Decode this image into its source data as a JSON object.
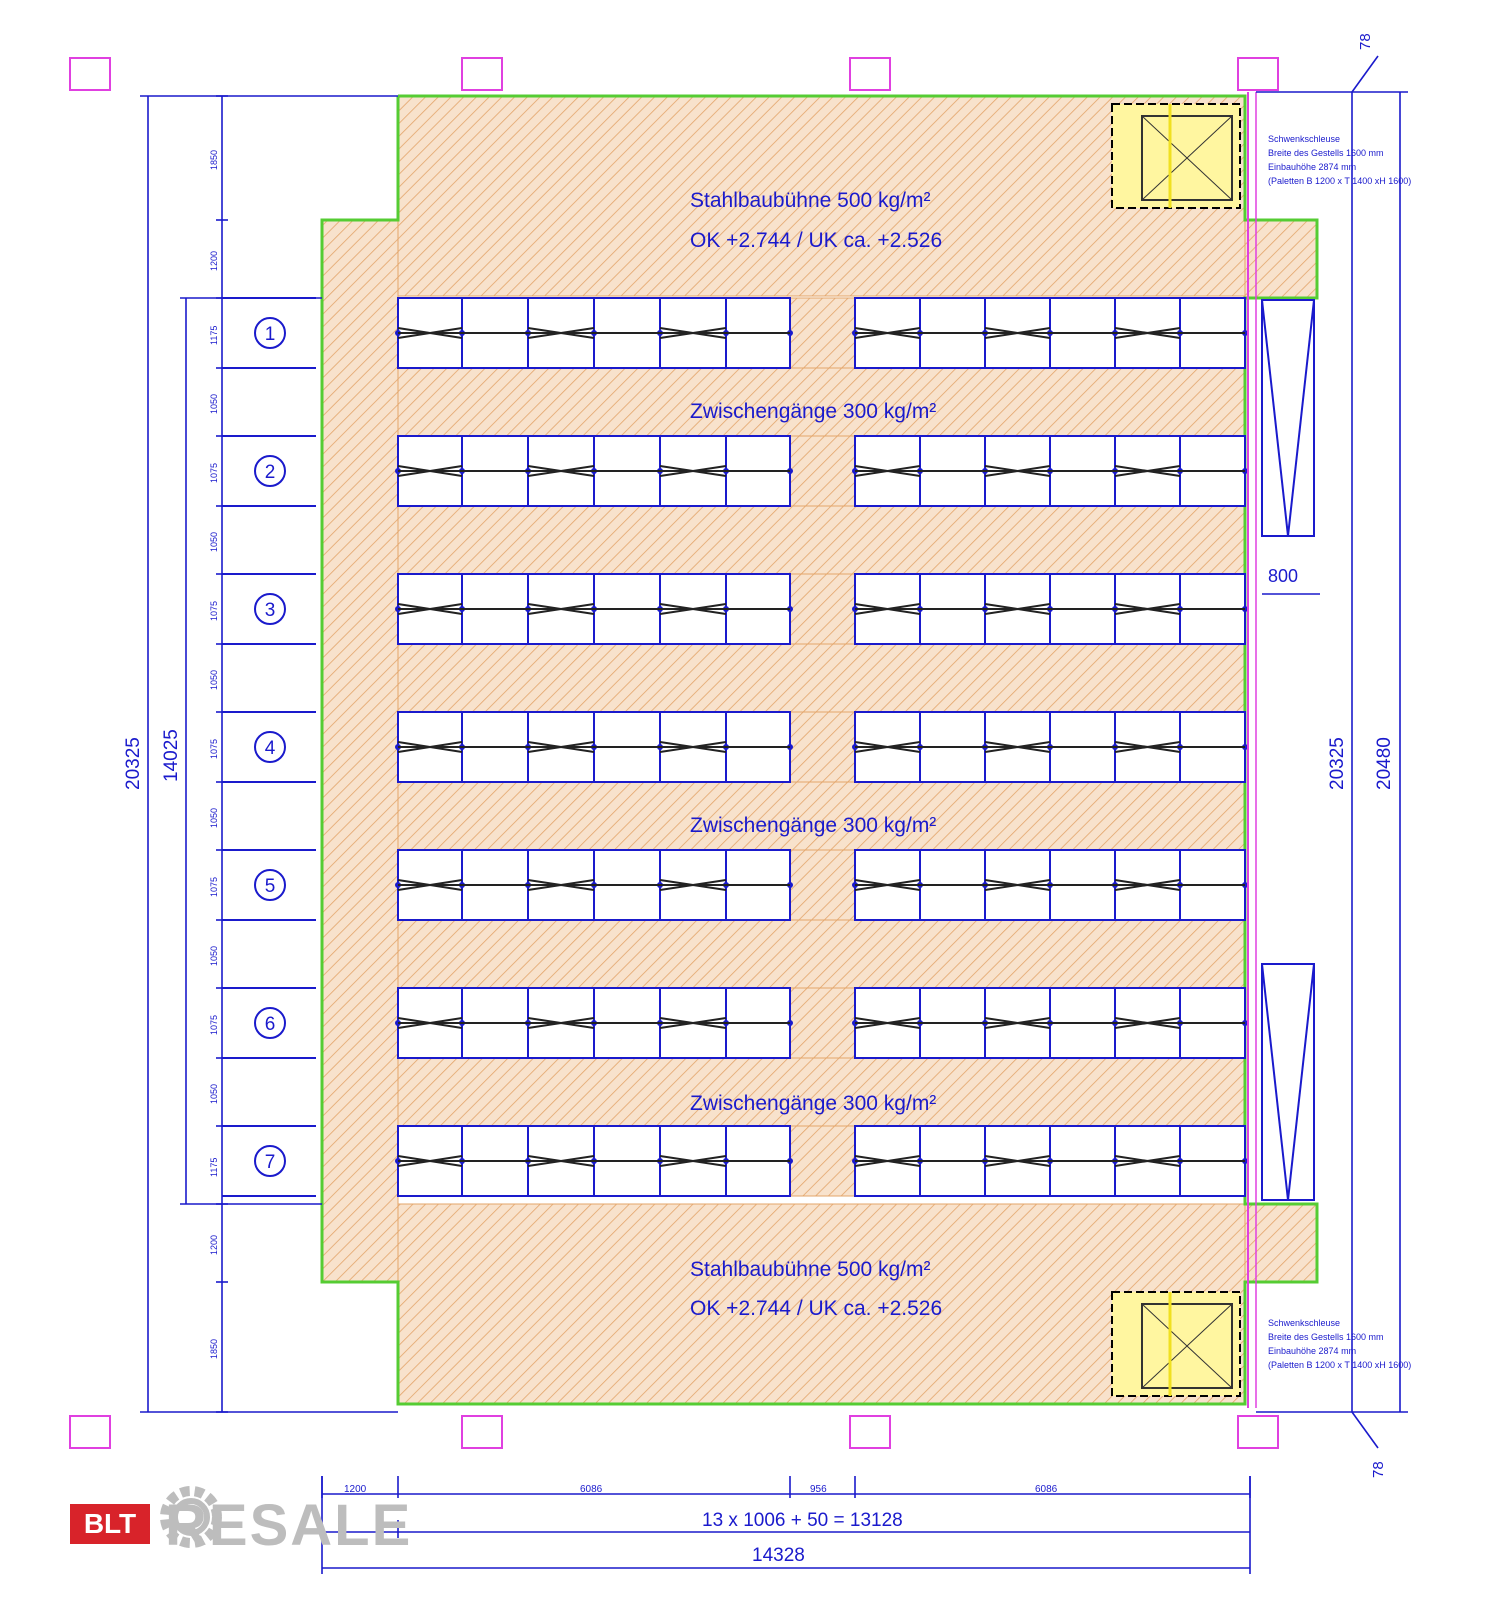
{
  "platforms": {
    "top_title": "Stahlbaubühne 500 kg/m²",
    "top_level": "OK +2.744 / UK ca. +2.526",
    "bottom_title": "Stahlbaubühne 500 kg/m²",
    "bottom_level": "OK +2.744 / UK ca. +2.526"
  },
  "aisles": {
    "label_1": "Zwischengänge 300 kg/m²",
    "label_2": "Zwischengänge 300 kg/m²",
    "label_3": "Zwischengänge 300 kg/m²"
  },
  "row_numbers": [
    "1",
    "2",
    "3",
    "4",
    "5",
    "6",
    "7"
  ],
  "gate_note_top": [
    "Schwenkschleuse",
    "Breite des Gestells 1600 mm",
    "Einbauhöhe 2874 mm",
    "(Paletten B 1200 x T 1400 xH 1600)"
  ],
  "gate_note_bottom": [
    "Schwenkschleuse",
    "Breite des Gestells 1600 mm",
    "Einbauhöhe 2874 mm",
    "(Paletten B 1200 x T 1400 xH 1600)"
  ],
  "dimensions": {
    "left_total": "20325",
    "left_rows": "14025",
    "right_inner": "20325",
    "right_total": "20480",
    "top_offset": "78",
    "bottom_offset": "78",
    "gap_800": "800",
    "left_segments": [
      "1850",
      "1200",
      "1175",
      "1050",
      "1075",
      "1050",
      "1075",
      "1050",
      "1075",
      "1050",
      "1075",
      "1050",
      "1075",
      "1050",
      "1175",
      "1200",
      "1850"
    ],
    "bottom_seg_1200": "1200",
    "bottom_seg_left": "6086",
    "bottom_seg_mid": "956",
    "bottom_seg_right": "6086",
    "bottom_formula": "13 x 1006 + 50 = 13128",
    "bottom_total": "14328"
  },
  "watermark": {
    "brand_box": "BLT",
    "brand_word": "RESALE"
  },
  "colors": {
    "hatch": "#e8a060",
    "fill": "#f7dcc0",
    "outline": "#55cc33",
    "blue": "#1a1acc",
    "magenta": "#e040e0",
    "yellow": "#f0e020"
  }
}
